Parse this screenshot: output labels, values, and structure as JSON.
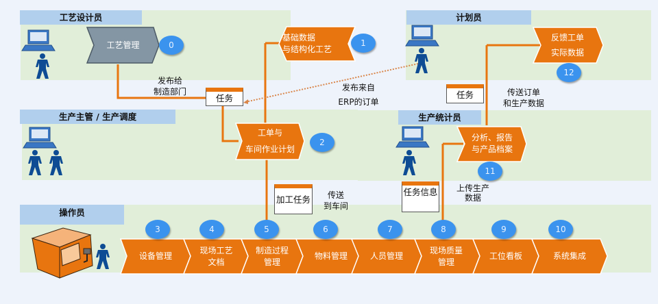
{
  "lanes": {
    "process_designer": "工艺设计员",
    "planner": "计划员",
    "production_supervisor": "生产主管 / 生产调度",
    "production_statistician": "生产统计员",
    "operator": "操作员"
  },
  "top_nodes": [
    {
      "label": "工艺管理",
      "num": "0"
    },
    {
      "label_line1": "基础数据",
      "label_line2": "与结构化工艺",
      "num": "1"
    },
    {
      "label_line1": "工单与",
      "label_line2": "车间作业计划",
      "num": "2"
    },
    {
      "label_line1": "反馈工单",
      "label_line2": "实际数据",
      "num": "12"
    },
    {
      "label_line1": "分析、报告",
      "label_line2": "与产品档案",
      "num": "11"
    }
  ],
  "flow_steps": [
    {
      "line1": "设备管理",
      "line2": "",
      "num": "3"
    },
    {
      "line1": "现场工艺",
      "line2": "文档",
      "num": "4"
    },
    {
      "line1": "制造过程",
      "line2": "管理",
      "num": "5"
    },
    {
      "line1": "物料管理",
      "line2": "",
      "num": "6"
    },
    {
      "line1": "人员管理",
      "line2": "",
      "num": "7"
    },
    {
      "line1": "现场质量",
      "line2": "管理",
      "num": "8"
    },
    {
      "line1": "工位看板",
      "line2": "",
      "num": "9"
    },
    {
      "line1": "系统集成",
      "line2": "",
      "num": "10"
    }
  ],
  "documents": {
    "task_left": "任务",
    "task_right": "任务",
    "machining_task": "加工任务",
    "task_info": "任务信息"
  },
  "annotations": {
    "release_to_line1": "发布给",
    "release_to_line2": "制造部门",
    "erp_line1": "发布来自",
    "erp_line2": "ERP的订单",
    "send_orders_line1": "传送订单",
    "send_orders_line2": "和生产数据",
    "send_shop_line1": "传送",
    "send_shop_line2": "到车间",
    "upload_line1": "上传生产",
    "upload_line2": "数据"
  },
  "colors": {
    "orange": "#e8750f",
    "gray_shape": "#8496a4",
    "badge_blue": "#3b93ee",
    "lane_green": "#e1eed9",
    "lane_head_blue": "#b1cfed",
    "person_navy": "#0e4c94"
  }
}
